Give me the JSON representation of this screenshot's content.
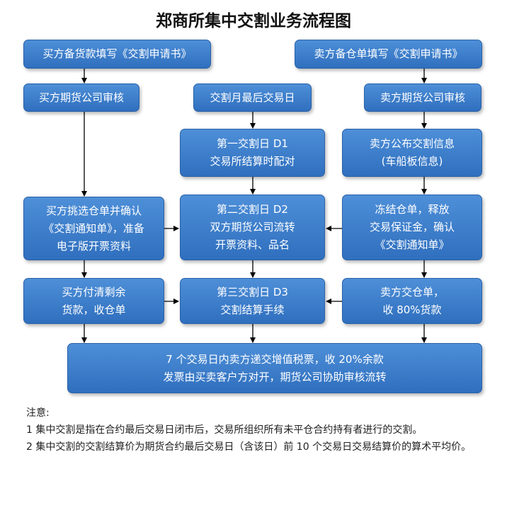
{
  "title": "郑商所集中交割业务流程图",
  "boxes": {
    "b1": "买方备货款填写《交割申请书》",
    "s1": "卖方备仓单填写《交割申请书》",
    "b2": "买方期货公司审核",
    "m1": "交割月最后交易日",
    "s2": "卖方期货公司审核",
    "m2": "第一交割日 D1\n交易所结算时配对",
    "s3": "卖方公布交割信息\n(车船板信息)",
    "b3": "买方挑选仓单并确认\n《交割通知单》，准备\n电子版开票资料",
    "m3": "第二交割日 D2\n双方期货公司流转\n开票资料、品名",
    "s4": "冻结仓单，释放\n交易保证金，确认\n《交割通知单》",
    "b4": "买方付清剩余\n货款，收仓单",
    "m4": "第三交割日 D3\n交割结算手续",
    "s5": "卖方交仓单，\n收 80%货款",
    "bottom": "7 个交易日内卖方递交增值税票，收 20%余款\n发票由买卖客户方对开，期货公司协助审核流转"
  },
  "notes": {
    "heading": "注意:",
    "n1": "1  集中交割是指在合约最后交易日闭市后，交易所组织所有未平仓合约持有者进行的交割。",
    "n2": "2 集中交割的交割结算价为期货合约最后交易日（含该日）前 10 个交易日交易结算价的算术平均价。"
  }
}
